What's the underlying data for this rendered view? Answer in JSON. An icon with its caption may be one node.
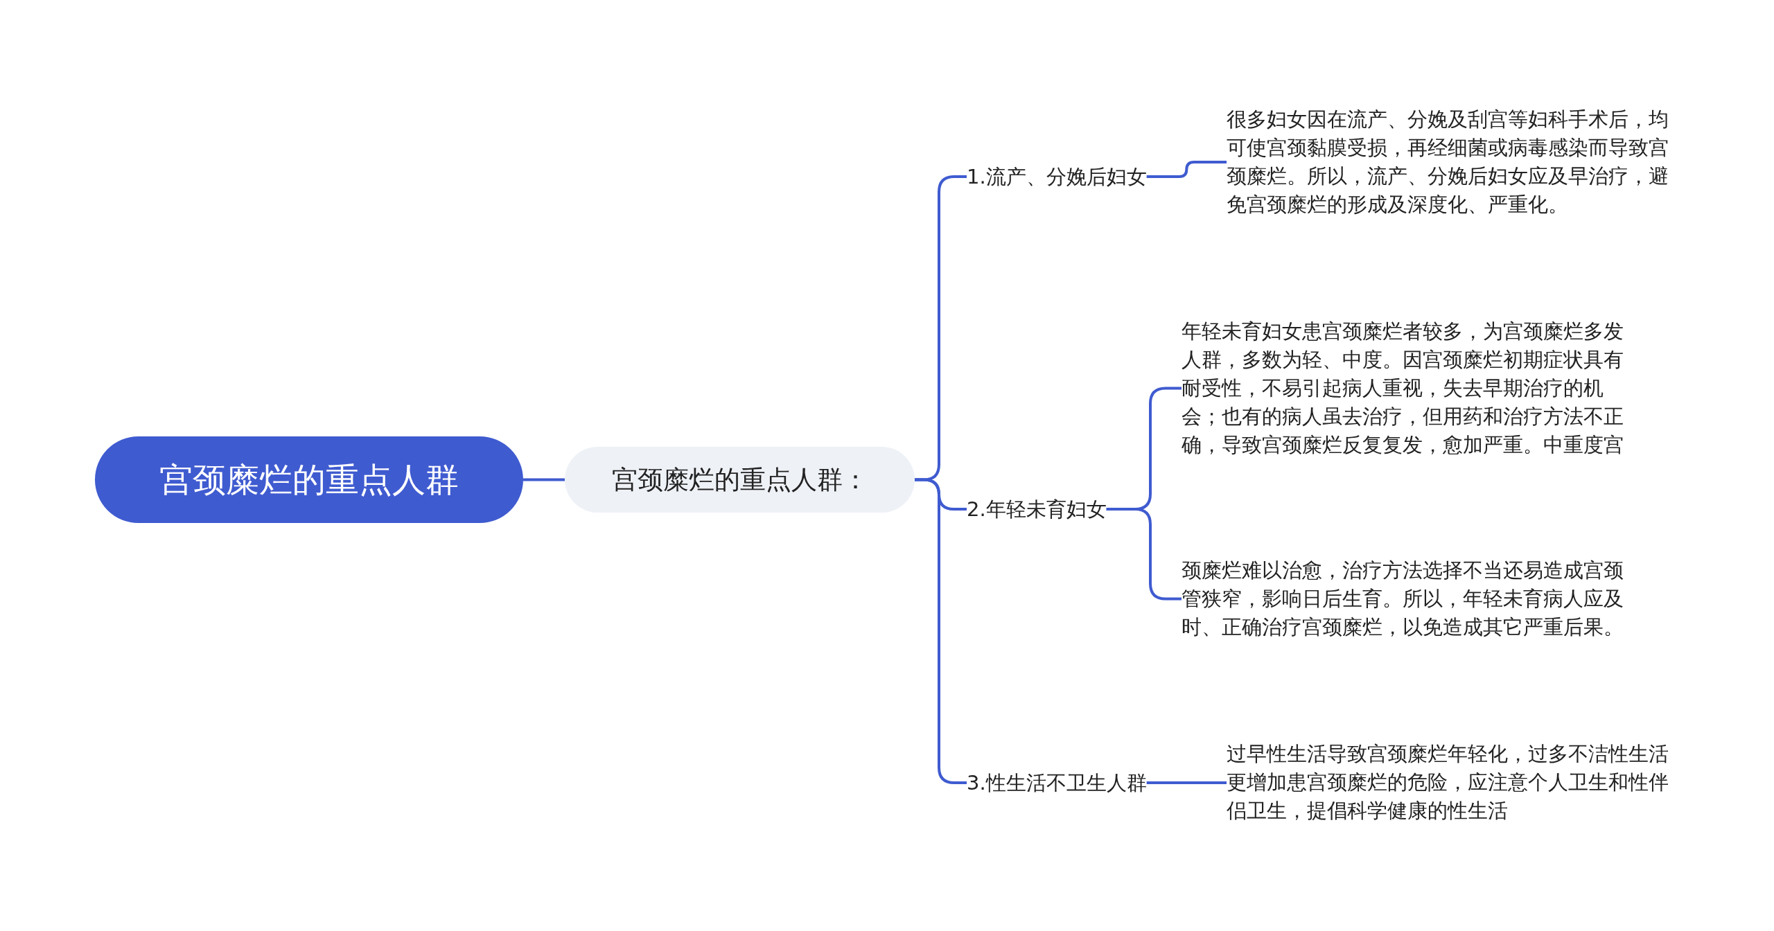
{
  "diagram": {
    "nodes": [
      {
        "text": [
          "宫颈糜烂的重点人群"
        ]
      },
      {
        "text": [
          "宫颈糜烂的重点人群："
        ]
      },
      {
        "text": [
          "1.流产、分娩后妇女"
        ]
      },
      {
        "text": [
          "很多妇女因在流产、分娩及刮宫等妇科手术后，均可使宫颈黏膜受损，再经细菌或病毒感染而导致宫颈糜烂。所以，流产、分娩后妇女应及早治疗，避免宫颈糜烂的形成及深度化、严重化。"
        ]
      },
      {
        "text": [
          "2.年轻未育妇女"
        ]
      },
      {
        "text": [
          "年轻未育妇女患宫颈糜烂者较多，为宫颈糜烂多发人群，多数为轻、中度。因宫颈糜烂初期症状具有耐受性，不易引起病人重视，失去早期治疗的机会；也有的病人虽去治疗，但用药和治疗方法不正确，导致宫颈糜烂反复复发，愈加严重。中重度宫"
        ]
      },
      {
        "text": [
          "颈糜烂难以治愈，治疗方法选择不当还易造成宫颈管狭窄，影响日后生育。所以，年轻未育病人应及时、正确治疗宫颈糜烂，以免造成其它严重后果。"
        ]
      },
      {
        "text": [
          "3.性生活不卫生人群"
        ]
      },
      {
        "text": [
          "过早性生活导致宫颈糜烂年轻化，过多不洁性生活更增加患宫颈糜烂的危险，应注意个人卫生和性伴侣卫生，提倡科学健康的性生活"
        ]
      }
    ],
    "edges": [
      {
        "from": 0,
        "to": 1,
        "arrow": "none"
      },
      {
        "from": 1,
        "to": 2,
        "arrow": "none"
      },
      {
        "from": 1,
        "to": 4,
        "arrow": "none"
      },
      {
        "from": 1,
        "to": 7,
        "arrow": "none"
      },
      {
        "from": 2,
        "to": 3,
        "arrow": "none"
      },
      {
        "from": 4,
        "to": 5,
        "arrow": "none"
      },
      {
        "from": 4,
        "to": 6,
        "arrow": "none"
      },
      {
        "from": 7,
        "to": 8,
        "arrow": "none"
      }
    ]
  }
}
